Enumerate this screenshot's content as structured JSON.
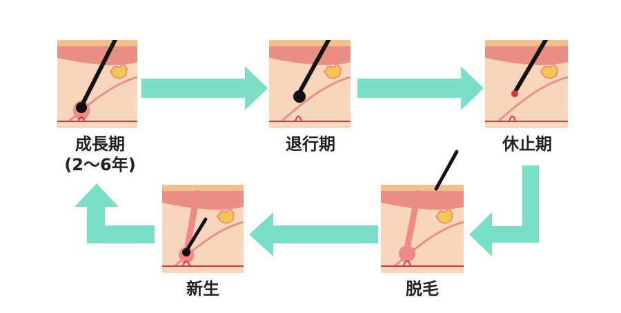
{
  "stages": [
    {
      "id": "anagen",
      "name": "成長期",
      "period": "(2〜6年)"
    },
    {
      "id": "catagen",
      "name": "退行期"
    },
    {
      "id": "telogen",
      "name": "休止期"
    },
    {
      "id": "shedding",
      "name": "脱毛"
    },
    {
      "id": "new-growth",
      "name": "新生"
    }
  ],
  "colors": {
    "arrow": "#79e0c7",
    "skin_top": "#f2c08a",
    "skin_layer": "#e98f86",
    "skin_body": "#f7d6bc",
    "hair": "#111111",
    "papilla": "#d9363a",
    "gland": "#f2c94c"
  }
}
